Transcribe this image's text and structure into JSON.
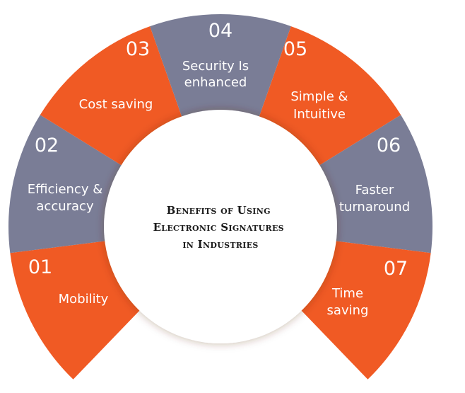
{
  "colors": {
    "orange": "#f05a24",
    "gray": "#7a7d96",
    "white": "#ffffff",
    "text_dark": "#1a1a1a"
  },
  "center": {
    "title_lines": [
      "Benefits of Using",
      "Electronic Signatures",
      "in Industries"
    ]
  },
  "segments": [
    {
      "number": "01",
      "label_lines": [
        "Mobility"
      ],
      "color": "orange"
    },
    {
      "number": "02",
      "label_lines": [
        "Efficiency &",
        "accuracy"
      ],
      "color": "gray"
    },
    {
      "number": "03",
      "label_lines": [
        "Cost saving"
      ],
      "color": "orange"
    },
    {
      "number": "04",
      "label_lines": [
        "Security Is",
        "enhanced"
      ],
      "color": "gray"
    },
    {
      "number": "05",
      "label_lines": [
        "Simple &",
        "Intuitive"
      ],
      "color": "orange"
    },
    {
      "number": "06",
      "label_lines": [
        "Faster",
        "turnaround"
      ],
      "color": "gray"
    },
    {
      "number": "07",
      "label_lines": [
        "Time",
        "saving"
      ],
      "color": "orange"
    }
  ]
}
